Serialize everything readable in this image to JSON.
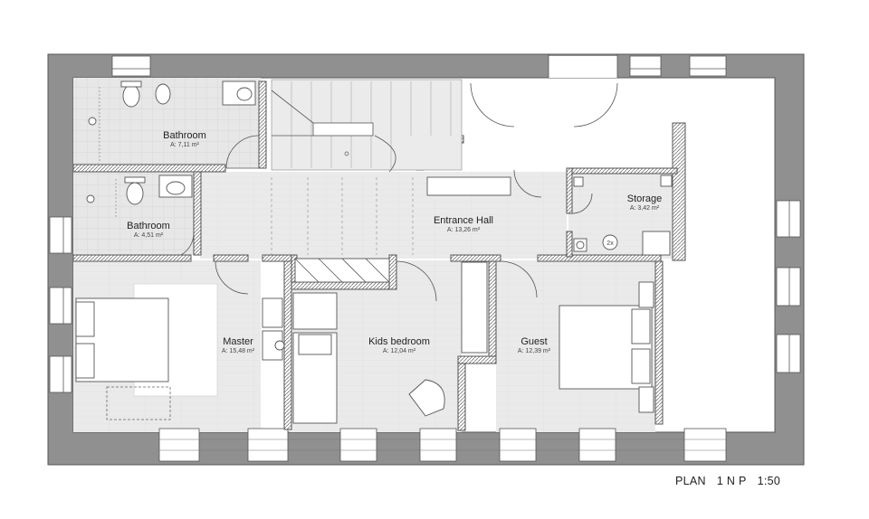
{
  "plan": {
    "caption": {
      "label": "PLAN",
      "floor": "1 N P",
      "scale": "1:50"
    },
    "rooms": [
      {
        "id": "bathroom1",
        "name": "Bathroom",
        "area": "A: 7,11 m²"
      },
      {
        "id": "bathroom2",
        "name": "Bathroom",
        "area": "A: 4,51 m²"
      },
      {
        "id": "entrance",
        "name": "Entrance Hall",
        "area": "A: 13,26 m²"
      },
      {
        "id": "storage",
        "name": "Storage",
        "area": "A: 3,42 m²"
      },
      {
        "id": "master",
        "name": "Master",
        "area": "A: 15,48 m²"
      },
      {
        "id": "kids",
        "name": "Kids bedroom",
        "area": "A: 12,04 m²"
      },
      {
        "id": "guest",
        "name": "Guest",
        "area": "A: 12,39 m²"
      }
    ],
    "boiler_label": "2x",
    "colors": {
      "outer_wall": "#909090",
      "floor_tile": "#e6e6e6",
      "floor_wood": "#e9e9e9",
      "line": "#555555"
    }
  }
}
